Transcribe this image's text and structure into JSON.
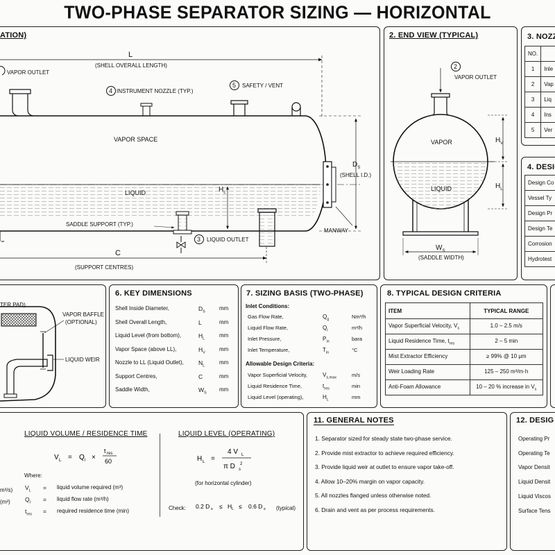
{
  "title": "TWO-PHASE SEPARATOR SIZING — HORIZONTAL",
  "p1": {
    "title": "ATION)",
    "L": "L",
    "shell_overall_length": "(SHELL OVERALL LENGTH)",
    "vapor_outlet": "VAPOR OUTLET",
    "instrument_nozzle": "INSTRUMENT NOZZLE (TYP.)",
    "safety_vent": "SAFETY / VENT",
    "n4": "4",
    "n5": "5",
    "n3": "3",
    "vapor_space": "VAPOR SPACE",
    "liquid": "LIQUID",
    "HL": "H",
    "HL_sub": "L",
    "Ds": "D",
    "Ds_sub": "S",
    "shell_id": "(SHELL I.D.)",
    "saddle_support": "SADDLE SUPPORT (TYP.)",
    "liquid_outlet": "LIQUID OUTLET",
    "manway": "MANWAY",
    "C": "C",
    "support_centres": "(SUPPORT CENTRES)"
  },
  "p2": {
    "title": "2.  END VIEW (TYPICAL)",
    "n2": "2",
    "vapor_outlet": "VAPOR OUTLET",
    "vapor": "VAPOR",
    "liquid": "LIQUID",
    "HV": "H",
    "HV_sub": "V",
    "HL": "H",
    "HL_sub": "L",
    "Ws": "W",
    "Ws_sub": "S",
    "saddle_width": "(SADDLE WIDTH)"
  },
  "p3": {
    "title": "3.  NOZZ",
    "header_no": "NO.",
    "rows": [
      {
        "no": "1",
        "text": "Inle"
      },
      {
        "no": "2",
        "text": "Vap"
      },
      {
        "no": "3",
        "text": "Liq"
      },
      {
        "no": "4",
        "text": "Ins"
      },
      {
        "no": "5",
        "text": "Ver"
      }
    ]
  },
  "p4": {
    "title": "4.  DESIG",
    "rows": [
      "Design Co",
      "Vessel Ty",
      "Design Pr",
      "Design Te",
      "Corrosion",
      "Hydrotest"
    ]
  },
  "p5": {
    "ter_pad": "TER PAD)",
    "vapor_baffle": "VAPOR BAFFLE",
    "optional": "(OPTIONAL)",
    "liquid_weir": "LIQUID WEIR"
  },
  "p6": {
    "title": "6.  KEY DIMENSIONS",
    "rows": [
      {
        "label": "Shell Inside Diameter,",
        "sym": "D",
        "sub": "S",
        "unit": "mm"
      },
      {
        "label": "Shell Overall Length,",
        "sym": "L",
        "sub": "",
        "unit": "mm"
      },
      {
        "label": "Liquid Level (from bottom),",
        "sym": "H",
        "sub": "L",
        "unit": "mm"
      },
      {
        "label": "Vapor Space (above LL),",
        "sym": "H",
        "sub": "V",
        "unit": "mm"
      },
      {
        "label": "Nozzle to LL (Liquid Outlet),",
        "sym": "N",
        "sub": "L",
        "unit": "mm"
      },
      {
        "label": "Support Centres,",
        "sym": "C",
        "sub": "",
        "unit": "mm"
      },
      {
        "label": "Saddle Width,",
        "sym": "W",
        "sub": "S",
        "unit": "mm"
      }
    ]
  },
  "p7": {
    "title": "7.  SIZING BASIS (TWO-PHASE)",
    "inlet_heading": "Inlet Conditions:",
    "inlet_rows": [
      {
        "label": "Gas Flow Rate,",
        "sym": "Q",
        "sub": "g",
        "unit": "Nm³/h"
      },
      {
        "label": "Liquid Flow Rate,",
        "sym": "Q",
        "sub": "l",
        "unit": "m³/h"
      },
      {
        "label": "Inlet Pressure,",
        "sym": "P",
        "sub": "in",
        "unit": "bara"
      },
      {
        "label": "Inlet Temperature,",
        "sym": "T",
        "sub": "in",
        "unit": "°C"
      }
    ],
    "criteria_heading": "Allowable Design Criteria:",
    "criteria_rows": [
      {
        "label": "Vapor Superficial Velocity,",
        "sym": "V",
        "sub": "s,max",
        "unit": "m/s"
      },
      {
        "label": "Liquid Residence Time,",
        "sym": "t",
        "sub": "res",
        "unit": "min"
      },
      {
        "label": "Liquid Level (operating),",
        "sym": "H",
        "sub": "L",
        "unit": "mm"
      }
    ]
  },
  "p8": {
    "title": "8.  TYPICAL DESIGN CRITERIA",
    "col_item": "ITEM",
    "col_range": "TYPICAL RANGE",
    "rows": [
      {
        "item": "Vapor Superficial Velocity, V",
        "sub": "s",
        "range": "1.0 – 2.5 m/s",
        "rsub": ""
      },
      {
        "item": "Liquid Residence Time, t",
        "sub": "res",
        "range": "2 – 5 min",
        "rsub": ""
      },
      {
        "item": "Mist Extractor Efficiency",
        "sub": "",
        "range": "≥ 99% @ 10 μm",
        "rsub": ""
      },
      {
        "item": "Weir Loading Rate",
        "sub": "",
        "range": "125 – 250 m³/m·h",
        "rsub": ""
      },
      {
        "item": "Anti-Foam Allowance",
        "sub": "",
        "range": "10 – 20 % increase in V",
        "rsub": "s"
      }
    ]
  },
  "p10": {
    "lv_title": "LIQUID VOLUME / RESIDENCE TIME",
    "ll_title": "LIQUID LEVEL (OPERATING)",
    "where": "Where:",
    "defs": [
      {
        "sym": "V",
        "sub": "L",
        "text": "liquid volume required (m³)"
      },
      {
        "sym": "Q",
        "sub": "l",
        "text": "liquid flow rate (m³/h)"
      },
      {
        "sym": "t",
        "sub": "res",
        "text": "required residence time (min)"
      }
    ],
    "for_cyl": "(for horizontal cylinder)",
    "check": "Check:",
    "typical": "(typical)",
    "left_frag1": "m³/s)",
    "left_frag2": "(m²)"
  },
  "p11": {
    "title": "11.  GENERAL NOTES",
    "notes": [
      "1.  Separator sized for steady state two-phase service.",
      "2.  Provide mist extractor to achieve required efficiency.",
      "3.  Provide liquid weir at outlet to ensure vapor take-off.",
      "4.  Allow 10–20% margin on vapor capacity.",
      "5.  All nozzles flanged unless otherwise noted.",
      "6.  Drain and vent as per process requirements."
    ]
  },
  "p12": {
    "title": "12.  DESIG",
    "rows": [
      "Operating Pr",
      "Operating Te",
      "Vapor Densit",
      "Liquid Densit",
      "Liquid Viscos",
      "Surface Tens"
    ]
  }
}
